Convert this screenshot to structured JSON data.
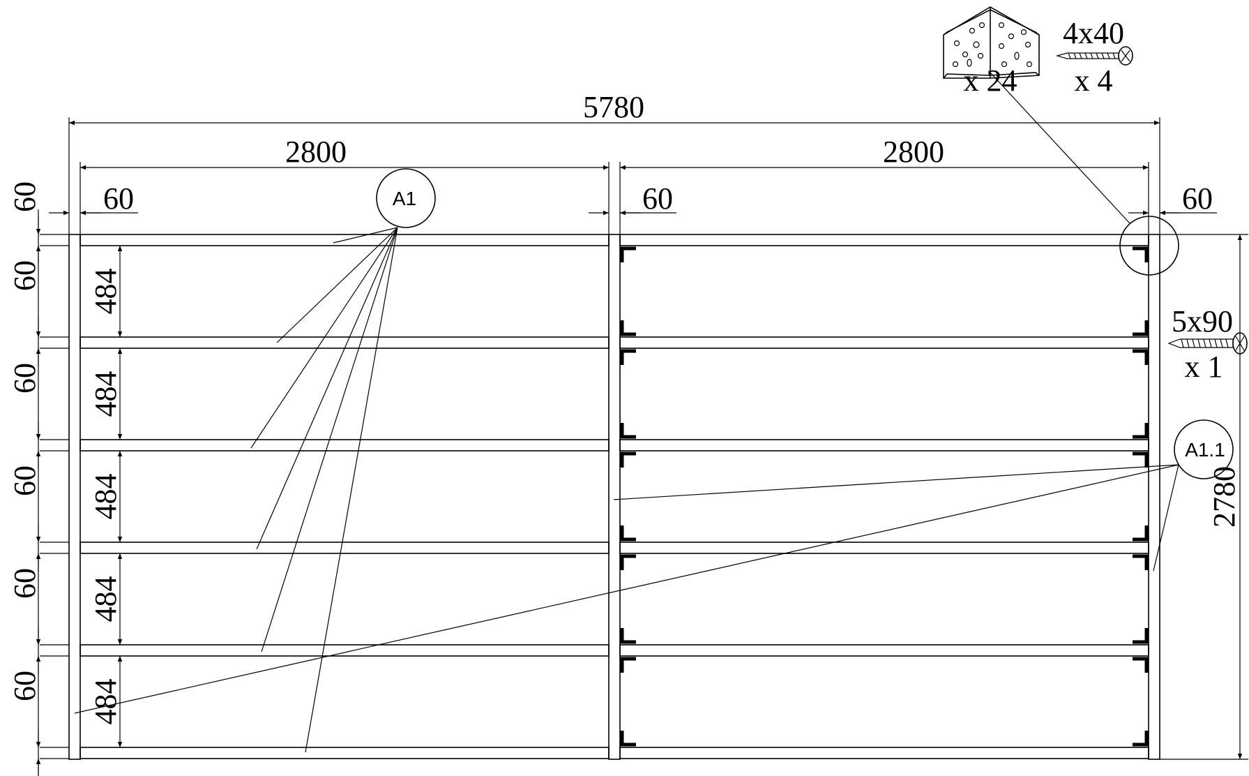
{
  "overall_width": "5780",
  "bay_left_width": "2800",
  "bay_right_width": "2800",
  "post_left": "60",
  "post_middle": "60",
  "post_right": "60",
  "height_total": "2780",
  "rail_thickness": [
    "60",
    "60",
    "60",
    "60",
    "60",
    "60"
  ],
  "gaps": [
    "484",
    "484",
    "484",
    "484",
    "484"
  ],
  "callout_a1": "A1",
  "callout_a11": "A1.1",
  "angle_bracket_qty": "x 24",
  "screw_small_size": "4x40",
  "screw_small_qty": "x 4",
  "screw_large_size": "5x90",
  "screw_large_qty": "x 1",
  "icons": [
    "angle-bracket-icon",
    "screw-4x40-icon",
    "screw-5x90-icon"
  ]
}
